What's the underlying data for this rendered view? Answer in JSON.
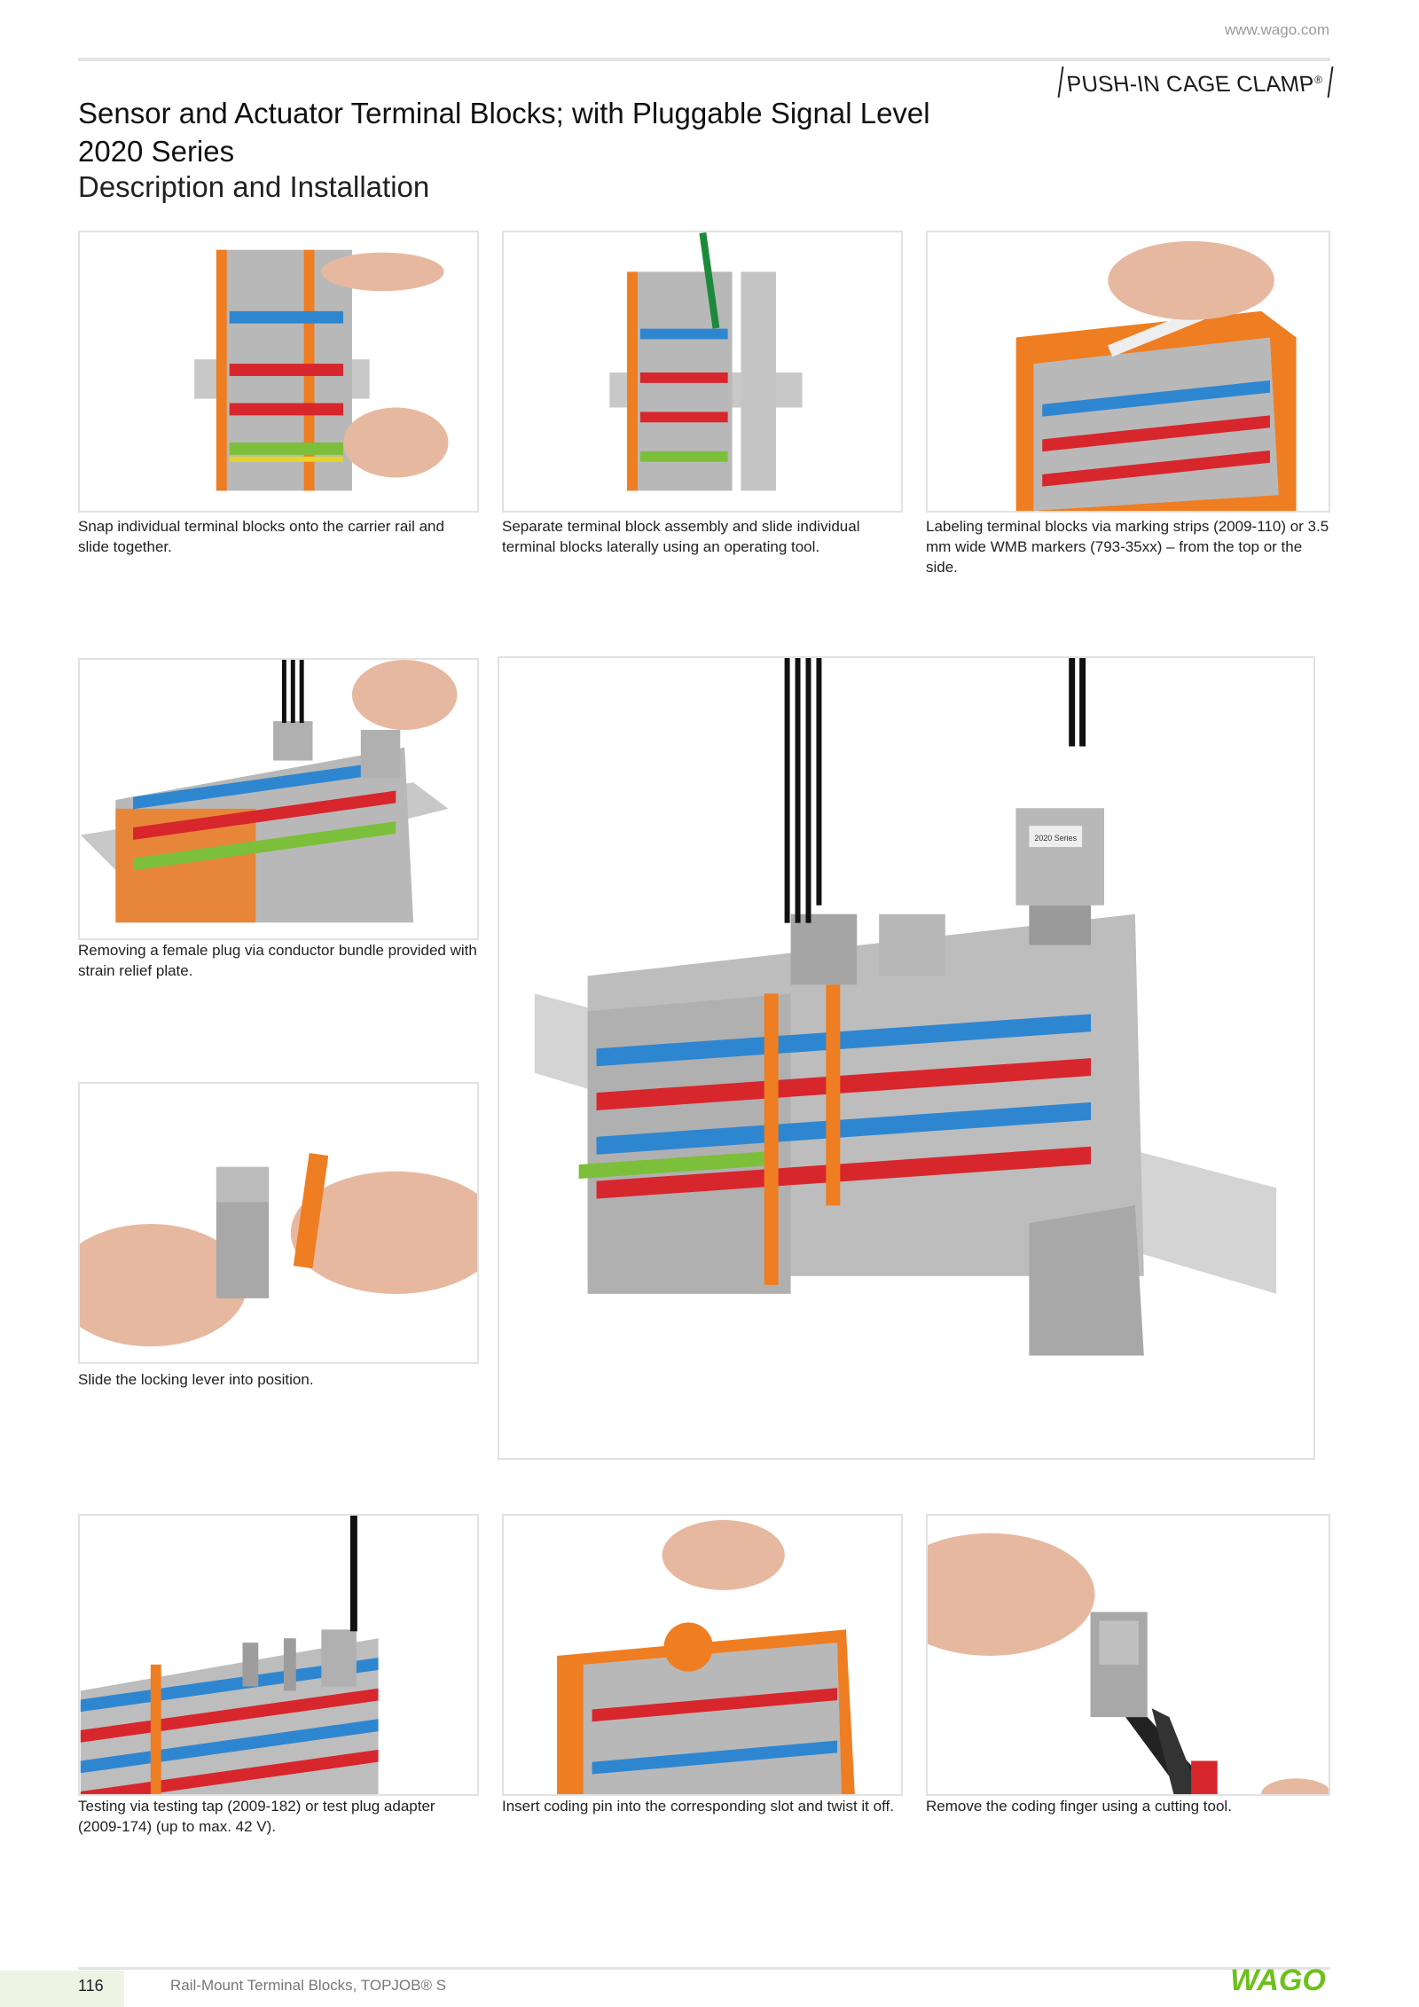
{
  "header": {
    "url": "www.wago.com",
    "brand": "PUSH-IN CAGE CLAMP",
    "brand_mark": "®"
  },
  "title": {
    "line1": "Sensor and Actuator Terminal Blocks; with Pluggable Signal Level",
    "line2": "2020 Series",
    "subtitle": "Description and Installation"
  },
  "captions": {
    "snap": "Snap individual terminal blocks onto the carrier rail and slide together.",
    "separate": "Separate terminal block assembly and slide individual terminal blocks laterally using an operating tool.",
    "labeling": "Labeling terminal blocks via marking strips (2009-110) or 3.5 mm wide WMB markers (793-35xx) – from the top or the side.",
    "removing": "Removing a female plug via conductor bundle provided with strain relief plate.",
    "locking": "Slide the locking lever into position.",
    "testing": "Testing via testing tap (2009-182) or test plug adapter (2009-174) (up to max. 42 V).",
    "coding": "Insert coding pin into the corresponding slot and twist it off.",
    "cutting": "Remove the coding finger using a cutting tool."
  },
  "plug_label": "2020 Series",
  "footer": {
    "page": "116",
    "text": "Rail-Mount Terminal Blocks, TOPJOB® S"
  },
  "logo": {
    "text": "WAGO",
    "color": "#6ec01c"
  },
  "colors": {
    "orange": "#ef7d22",
    "gray": "#b4b4b4",
    "blue": "#2f86d0",
    "red": "#d8262d",
    "green": "#7cbf3a",
    "yellow": "#e6d42a"
  }
}
